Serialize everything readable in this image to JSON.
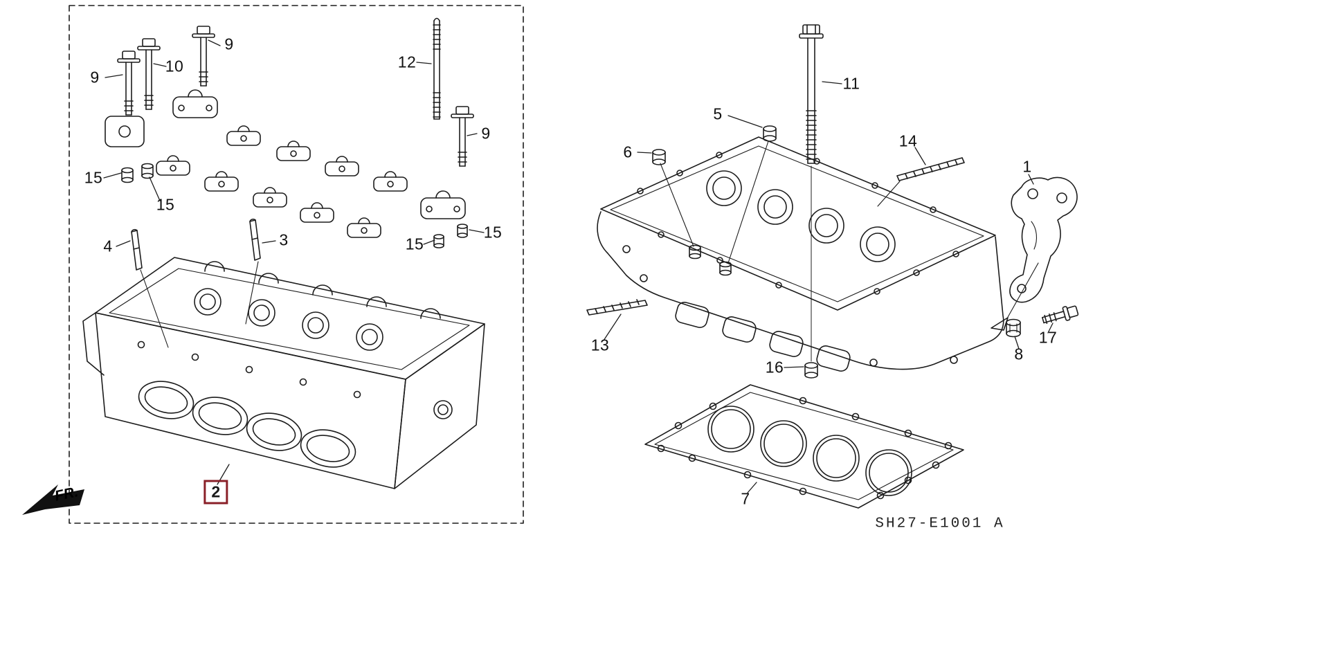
{
  "page": {
    "background": "#ffffff"
  },
  "colors": {
    "line": "#1c1c1c",
    "highlight_box": "#8a2028",
    "arrow_fill": "#111111"
  },
  "diagram": {
    "code": "SH27-E1001 A",
    "fr_label": "FR."
  },
  "callouts": {
    "left": [
      {
        "label": "9"
      },
      {
        "label": "10"
      },
      {
        "label": "9"
      },
      {
        "label": "12"
      },
      {
        "label": "9"
      },
      {
        "label": "15"
      },
      {
        "label": "15"
      },
      {
        "label": "4"
      },
      {
        "label": "3"
      },
      {
        "label": "15"
      },
      {
        "label": "15"
      },
      {
        "label": "2",
        "highlighted": true
      }
    ],
    "right": [
      {
        "label": "11"
      },
      {
        "label": "5"
      },
      {
        "label": "6"
      },
      {
        "label": "14"
      },
      {
        "label": "1"
      },
      {
        "label": "13"
      },
      {
        "label": "16"
      },
      {
        "label": "8"
      },
      {
        "label": "17"
      },
      {
        "label": "7"
      }
    ]
  }
}
